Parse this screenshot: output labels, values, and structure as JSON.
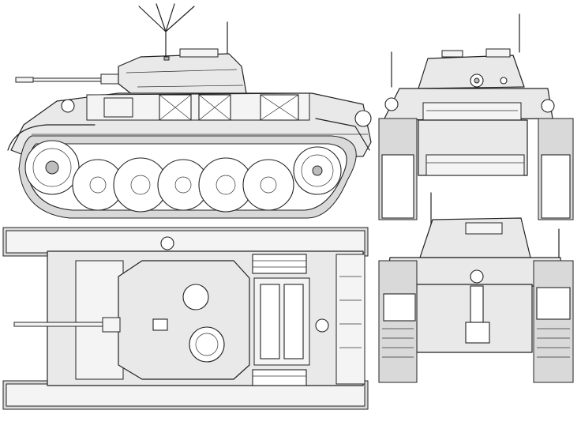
{
  "drawing": {
    "subject": "",
    "views": [
      "side",
      "front",
      "top",
      "rear"
    ]
  },
  "colors": {
    "ink": "#222222",
    "paper": "#ffffff",
    "armor_fill": "#e9e9e9",
    "shade_fill": "#bdbdbd"
  }
}
